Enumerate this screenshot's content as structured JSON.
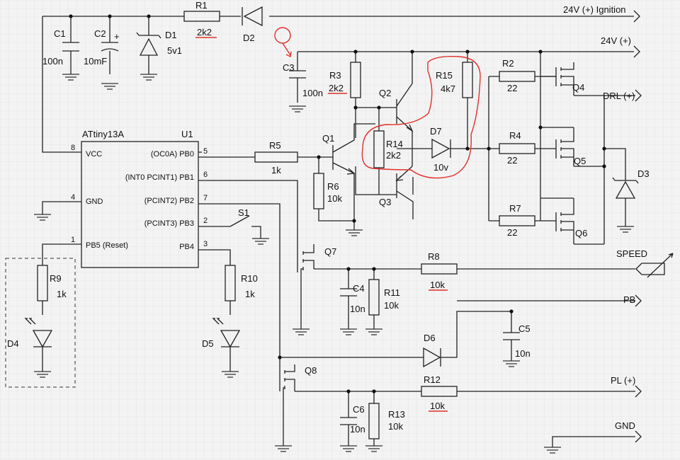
{
  "nets": {
    "ignition": "24V (+) Ignition",
    "v24": "24V (+)",
    "drl": "DRL (+)",
    "speed": "SPEED",
    "pb": "PB",
    "pl": "PL (+)",
    "gnd": "GND"
  },
  "ic": {
    "type": "ATtiny13A",
    "ref": "U1",
    "pins": [
      {
        "num": "8",
        "name": "VCC"
      },
      {
        "num": "4",
        "name": "GND"
      },
      {
        "num": "1",
        "name": "PB5 (Reset)"
      },
      {
        "num": "5",
        "name": "(OC0A) PB0"
      },
      {
        "num": "6",
        "name": "(INT0 PCINT1) PB1"
      },
      {
        "num": "7",
        "name": "(PCINT2) PB2"
      },
      {
        "num": "2",
        "name": "(PCINT3) PB3"
      },
      {
        "num": "3",
        "name": "PB4"
      }
    ]
  },
  "components": {
    "R1": {
      "ref": "R1",
      "value": "2k2"
    },
    "R2": {
      "ref": "R2",
      "value": "22"
    },
    "R3": {
      "ref": "R3",
      "value": "2k2"
    },
    "R4": {
      "ref": "R4",
      "value": "22"
    },
    "R5": {
      "ref": "R5",
      "value": "1k"
    },
    "R6": {
      "ref": "R6",
      "value": "10k"
    },
    "R7": {
      "ref": "R7",
      "value": "22"
    },
    "R8": {
      "ref": "R8",
      "value": "10k"
    },
    "R9": {
      "ref": "R9",
      "value": "1k"
    },
    "R10": {
      "ref": "R10",
      "value": "1k"
    },
    "R11": {
      "ref": "R11",
      "value": "10k"
    },
    "R12": {
      "ref": "R12",
      "value": "10k"
    },
    "R13": {
      "ref": "R13",
      "value": "10k"
    },
    "R14": {
      "ref": "R14",
      "value": "2k2"
    },
    "R15": {
      "ref": "R15",
      "value": "4k7"
    },
    "C1": {
      "ref": "C1",
      "value": "100n"
    },
    "C2": {
      "ref": "C2",
      "value": "10mF",
      "polarity": "+"
    },
    "C3": {
      "ref": "C3",
      "value": "100n"
    },
    "C4": {
      "ref": "C4",
      "value": "10n"
    },
    "C5": {
      "ref": "C5",
      "value": "10n"
    },
    "C6": {
      "ref": "C6",
      "value": "10n"
    },
    "D1": {
      "ref": "D1",
      "value": "5v1"
    },
    "D2": {
      "ref": "D2"
    },
    "D3": {
      "ref": "D3"
    },
    "D4": {
      "ref": "D4"
    },
    "D5": {
      "ref": "D5"
    },
    "D6": {
      "ref": "D6"
    },
    "D7": {
      "ref": "D7",
      "value": "10v"
    },
    "Q1": {
      "ref": "Q1"
    },
    "Q2": {
      "ref": "Q2"
    },
    "Q3": {
      "ref": "Q3"
    },
    "Q4": {
      "ref": "Q4"
    },
    "Q5": {
      "ref": "Q5"
    },
    "Q6": {
      "ref": "Q6"
    },
    "Q7": {
      "ref": "Q7"
    },
    "Q8": {
      "ref": "Q8"
    },
    "S1": {
      "ref": "S1"
    }
  },
  "colors": {
    "wire": "#222222",
    "grid": "#dcdcdc",
    "annotation": "#e0302a",
    "background": "#f3f3f3"
  }
}
